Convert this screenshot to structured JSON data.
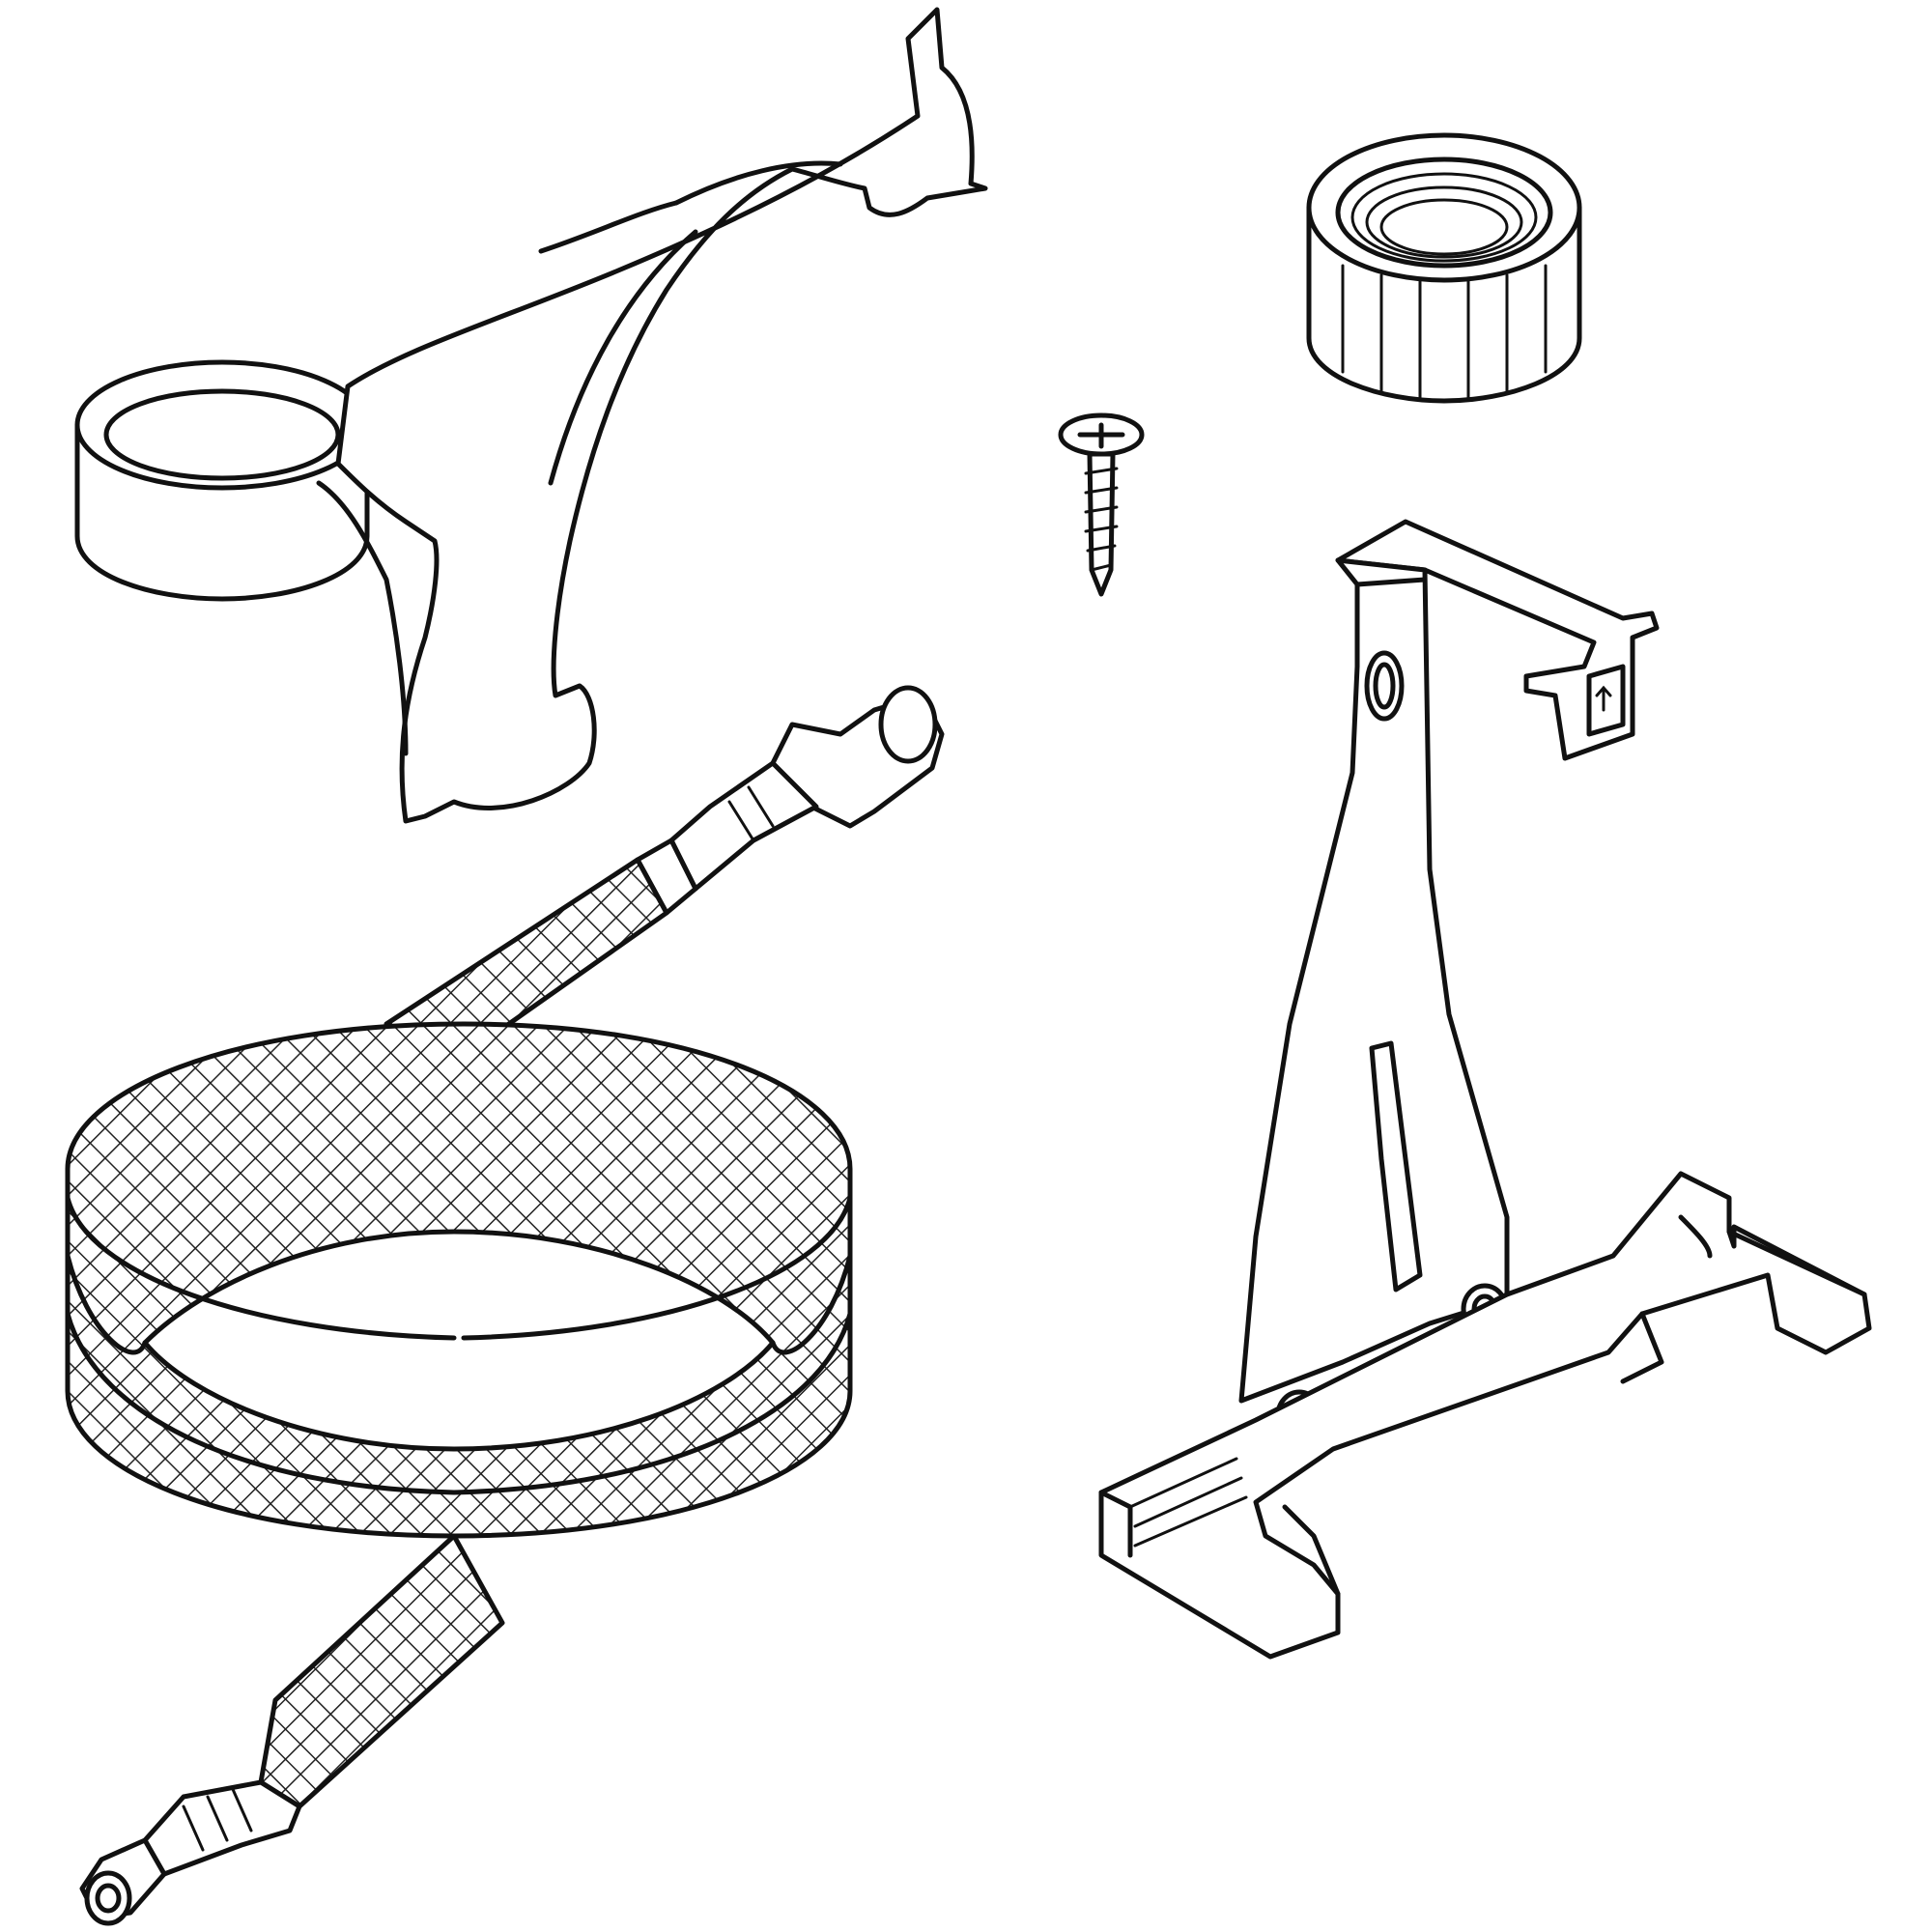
{
  "diagram": {
    "type": "parts-illustration",
    "background": "#ffffff",
    "line_color": "#111111",
    "parts": [
      {
        "id": "support-arm",
        "icon": "bracket-arm-icon"
      },
      {
        "id": "union-nut",
        "icon": "threaded-nut-icon"
      },
      {
        "id": "screw",
        "icon": "screw-icon"
      },
      {
        "id": "mounting-bracket",
        "icon": "mounting-frame-icon"
      },
      {
        "id": "braided-hose",
        "icon": "braided-hose-icon"
      }
    ]
  }
}
